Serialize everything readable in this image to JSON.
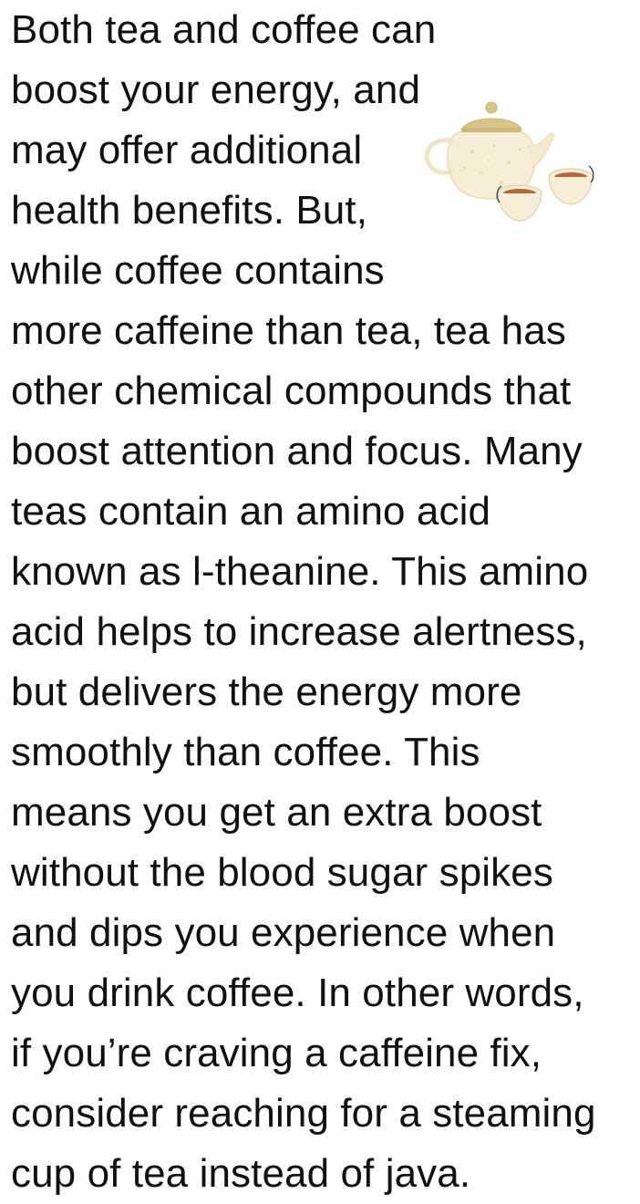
{
  "article": {
    "lines": [
      "Both tea and coffee can",
      "boost your energy, and",
      "may offer additional",
      "health benefits. But,",
      "while coffee contains",
      "more caffeine than tea, tea has",
      "other chemical compounds that",
      "boost attention and focus. Many",
      "teas contain an amino acid",
      "known as l-theanine. This amino",
      "acid helps to increase alertness,",
      "but delivers the energy more",
      "smoothly than coffee. This",
      "means you get an extra boost",
      "without the blood sugar spikes",
      "and dips you experience when",
      "you drink coffee. In other words,",
      "if you’re craving a caffeine fix,",
      "consider reaching for a steaming",
      "cup of tea instead of java."
    ]
  },
  "colors": {
    "text": "#111111",
    "teapot_body": "#f6eed6",
    "teapot_lid": "#d9c58a",
    "tea_liquid": "#b8653a"
  },
  "icons": {
    "illustration": "teapot-and-cups-icon"
  }
}
